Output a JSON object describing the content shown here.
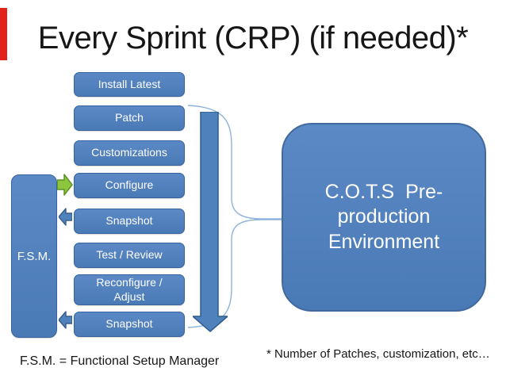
{
  "slide": {
    "title": "Every Sprint (CRP) (if needed)*"
  },
  "flow": {
    "fsm_label": "F.S.M.",
    "steps": [
      {
        "label": "Install Latest"
      },
      {
        "label": "Patch"
      },
      {
        "label": "Customizations"
      },
      {
        "label": "Configure"
      },
      {
        "label": "Snapshot"
      },
      {
        "label": "Test / Review"
      },
      {
        "label": "Reconfigure / Adjust"
      },
      {
        "label": "Snapshot"
      }
    ]
  },
  "environment_box": {
    "label": "C.O.T.S  Pre-\nproduction\nEnvironment"
  },
  "footnotes": {
    "fsm": "F.S.M. = Functional Setup Manager",
    "patches": "* Number of Patches, customization, etc…"
  },
  "icons": {
    "green_arrow": "right-block-arrow",
    "return_arrow": "left-block-arrow",
    "sequence_arrow": "down-block-arrow",
    "brace": "right-curly-brace"
  },
  "colors": {
    "accent_bar": "#e2231a",
    "box_fill": "#4f81bd",
    "box_border": "#38639e",
    "green_arrow_fill": "#8cc63f",
    "green_arrow_border": "#5f9226",
    "brace_stroke": "#8db3dc",
    "text_on_box": "#ffffff",
    "text_body": "#161616"
  }
}
